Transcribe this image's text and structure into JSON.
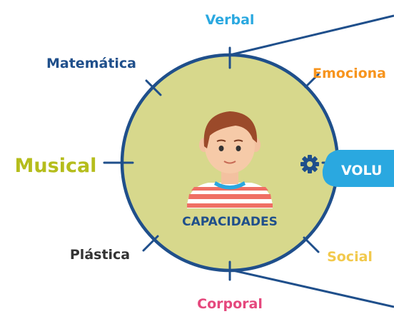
{
  "center_label": "CAPACIDADES",
  "button_label": "VOLU",
  "capacities": {
    "verbal": "Verbal",
    "matematica": "Matemática",
    "emocional": "Emociona",
    "musical": "Musical",
    "plastica": "Plástica",
    "social": "Social",
    "corporal": "Corporal"
  },
  "colors": {
    "circle_fill": "#d7d88c",
    "circle_stroke": "#1f4f8b",
    "verbal": "#2aa8e0",
    "matematica": "#1f4f8b",
    "emocional": "#f7941d",
    "musical": "#b5bd1c",
    "plastica": "#333333",
    "social": "#f2c94c",
    "corporal": "#e5487d",
    "center_label": "#1f4f8b",
    "button": "#2aa8e0"
  },
  "icons": [
    "person-avatar-icon",
    "gear-icon"
  ]
}
